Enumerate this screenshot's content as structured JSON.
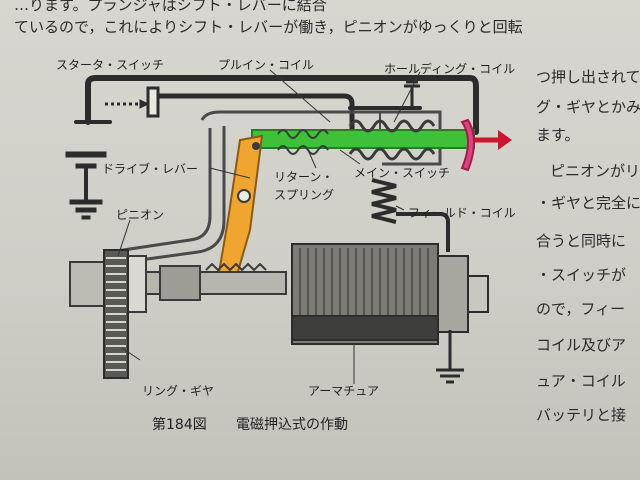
{
  "body_text": {
    "line1": "…ります。プランジャはシフト・レバーに結合",
    "line2": "ているので，これによりシフト・レバーが働き，ピニオンがゆっくりと回転",
    "right_column": [
      "つ押し出されて",
      "グ・ギヤとかみ",
      "ます。",
      "ピニオンがリ",
      "・ギヤと完全に",
      "合うと同時に",
      "・スイッチが",
      "ので，フィー",
      "コイル及びア",
      "ュア・コイル",
      "バッテリと接"
    ]
  },
  "labels": {
    "starter_switch": "スタータ・スイッチ",
    "pull_in_coil": "プルイン・コイル",
    "holding_coil": "ホールディング・コイル",
    "drive_lever": "ドライブ・レバー",
    "main_switch": "メイン・スイッチ",
    "return_spring": "リターン・\nスプリング",
    "field_coil": "フィールド・コイル",
    "pinion": "ピニオン",
    "ring_gear": "リング・ギヤ",
    "armature": "アーマチュア"
  },
  "caption": {
    "figure_number": "第184図",
    "title": "電磁押込式の作動"
  },
  "colors": {
    "plunger": "#3fbf3a",
    "drive_lever": "#f0a531",
    "contact": "#e0427f",
    "arrow": "#c8162f"
  }
}
